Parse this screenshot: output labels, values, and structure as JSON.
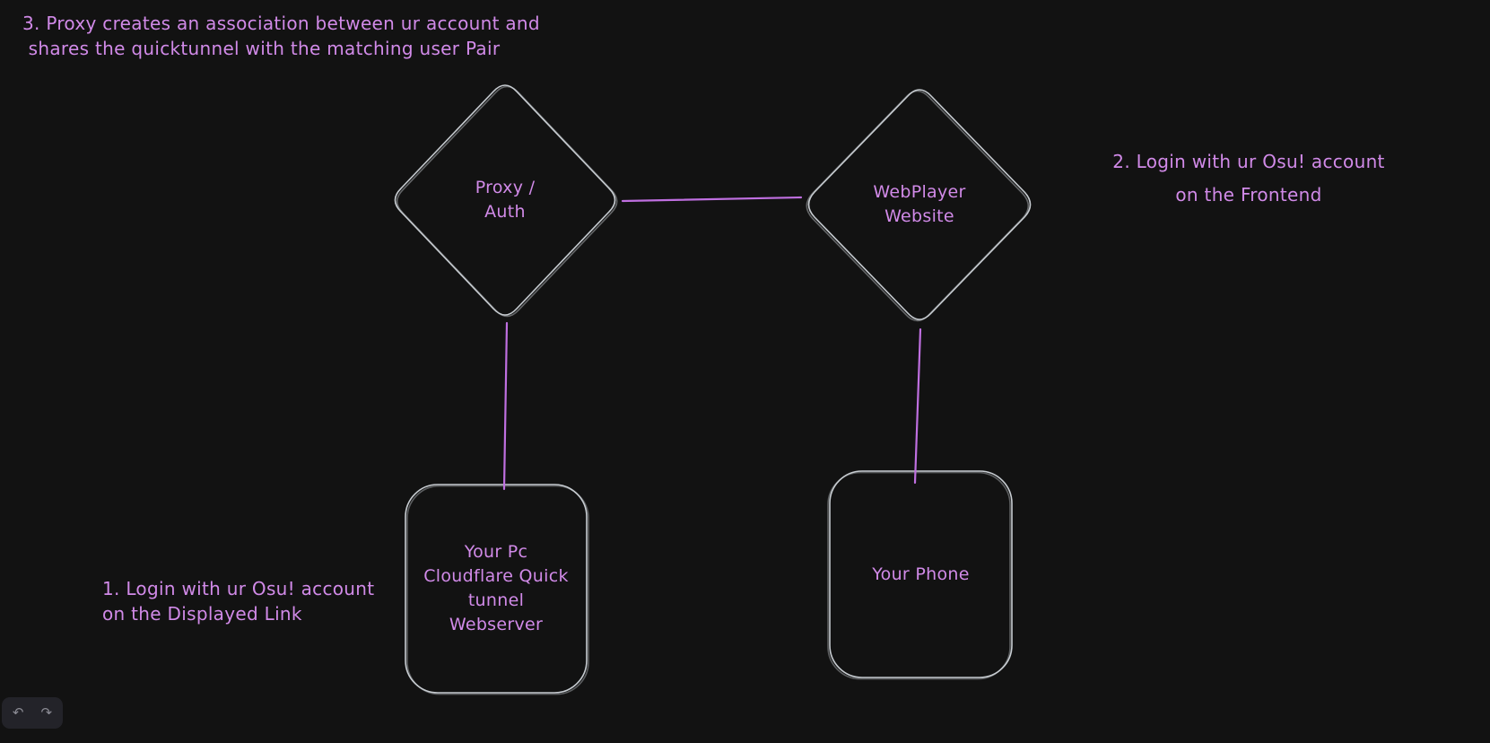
{
  "canvas": {
    "background": "#121212",
    "accent_text": "#d18ae8",
    "connector_color": "#bf6fe0",
    "shape_stroke": "#c7ccd1",
    "island_background": "#232329"
  },
  "annotations": {
    "step3": "3. Proxy creates an association between ur account and\n shares the quicktunnel with the matching user Pair",
    "step2": "2. Login with ur Osu! account\non the Frontend",
    "step1": "1. Login with ur Osu! account\non the Displayed Link"
  },
  "nodes": {
    "proxy_auth": {
      "shape": "diamond",
      "label": "Proxy /\nAuth"
    },
    "webplayer": {
      "shape": "diamond",
      "label": "WebPlayer\nWebsite"
    },
    "pc_tunnel": {
      "shape": "rectangle",
      "label": "Your Pc\nCloudflare Quick\ntunnel\nWebserver"
    },
    "phone": {
      "shape": "rectangle",
      "label": "Your Phone"
    }
  },
  "toolbar": {
    "undo_icon": "↶",
    "redo_icon": "↷"
  }
}
